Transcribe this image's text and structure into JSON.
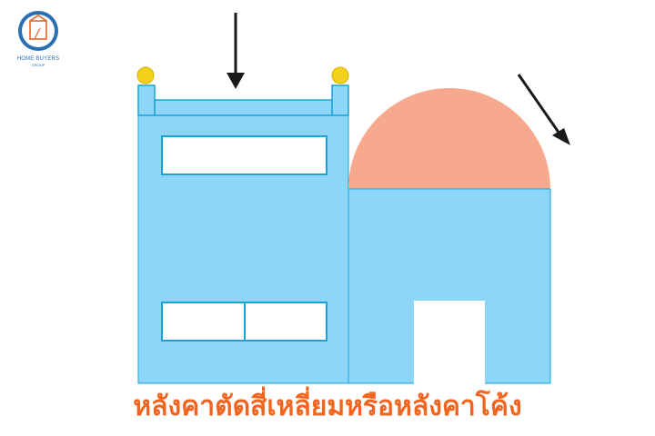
{
  "logo": {
    "brand_main": "HOME BUYERS",
    "brand_sub": "GROUP",
    "icon": "house-logo-icon"
  },
  "caption": "หลังคาตัดสี่เหลี่ยมหรือหลังคาโค้ง",
  "colors": {
    "wall": "#8dd6f8",
    "wall_outline": "#1aa3d9",
    "dome": "#f7a98d",
    "lamp": "#f3d21a",
    "arrow": "#1a1a1a",
    "caption": "#f2651f",
    "logo": "#2a6fb3"
  },
  "icons": [
    "down-arrow-icon",
    "diagonal-arrow-icon",
    "roof-lamp-icon"
  ]
}
